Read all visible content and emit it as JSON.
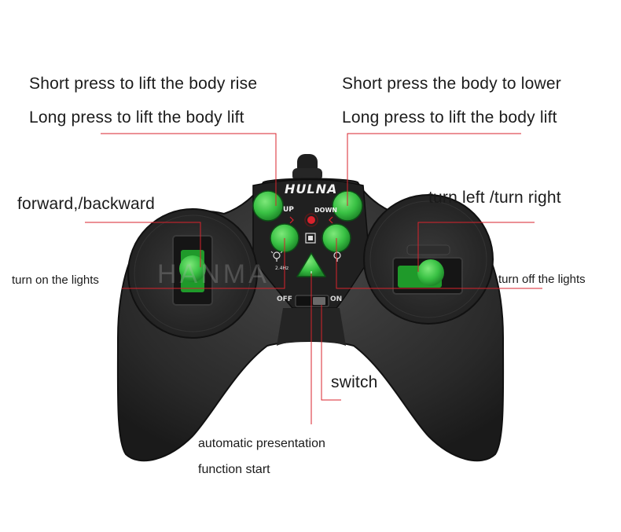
{
  "labels": {
    "up_short": "Short press to lift the body rise",
    "up_long": "Long press to lift the body lift",
    "down_short": "Short press the body to lower",
    "down_long": "Long press to lift the body lift",
    "forward_backward": "forward,/backward",
    "turn_left_right": "turn left /turn right",
    "lights_on": "turn on the lights",
    "lights_off": "turn off the lights",
    "switch": "switch",
    "auto_demo_1": "automatic presentation",
    "auto_demo_2": "function start"
  },
  "controller": {
    "brand": "HULNA",
    "up_label": "UP",
    "down_label": "DOWN",
    "off_label": "OFF",
    "on_label": "ON",
    "freq_label": "2.4Hz",
    "watermark": "HANMA"
  },
  "colors": {
    "body": "#2b2b2b",
    "button_green": "#3ec44a",
    "leader_line": "#d9232d"
  },
  "icons": [
    "bulb-on-icon",
    "chip-icon",
    "bulb-off-icon",
    "triangle-play-icon"
  ]
}
